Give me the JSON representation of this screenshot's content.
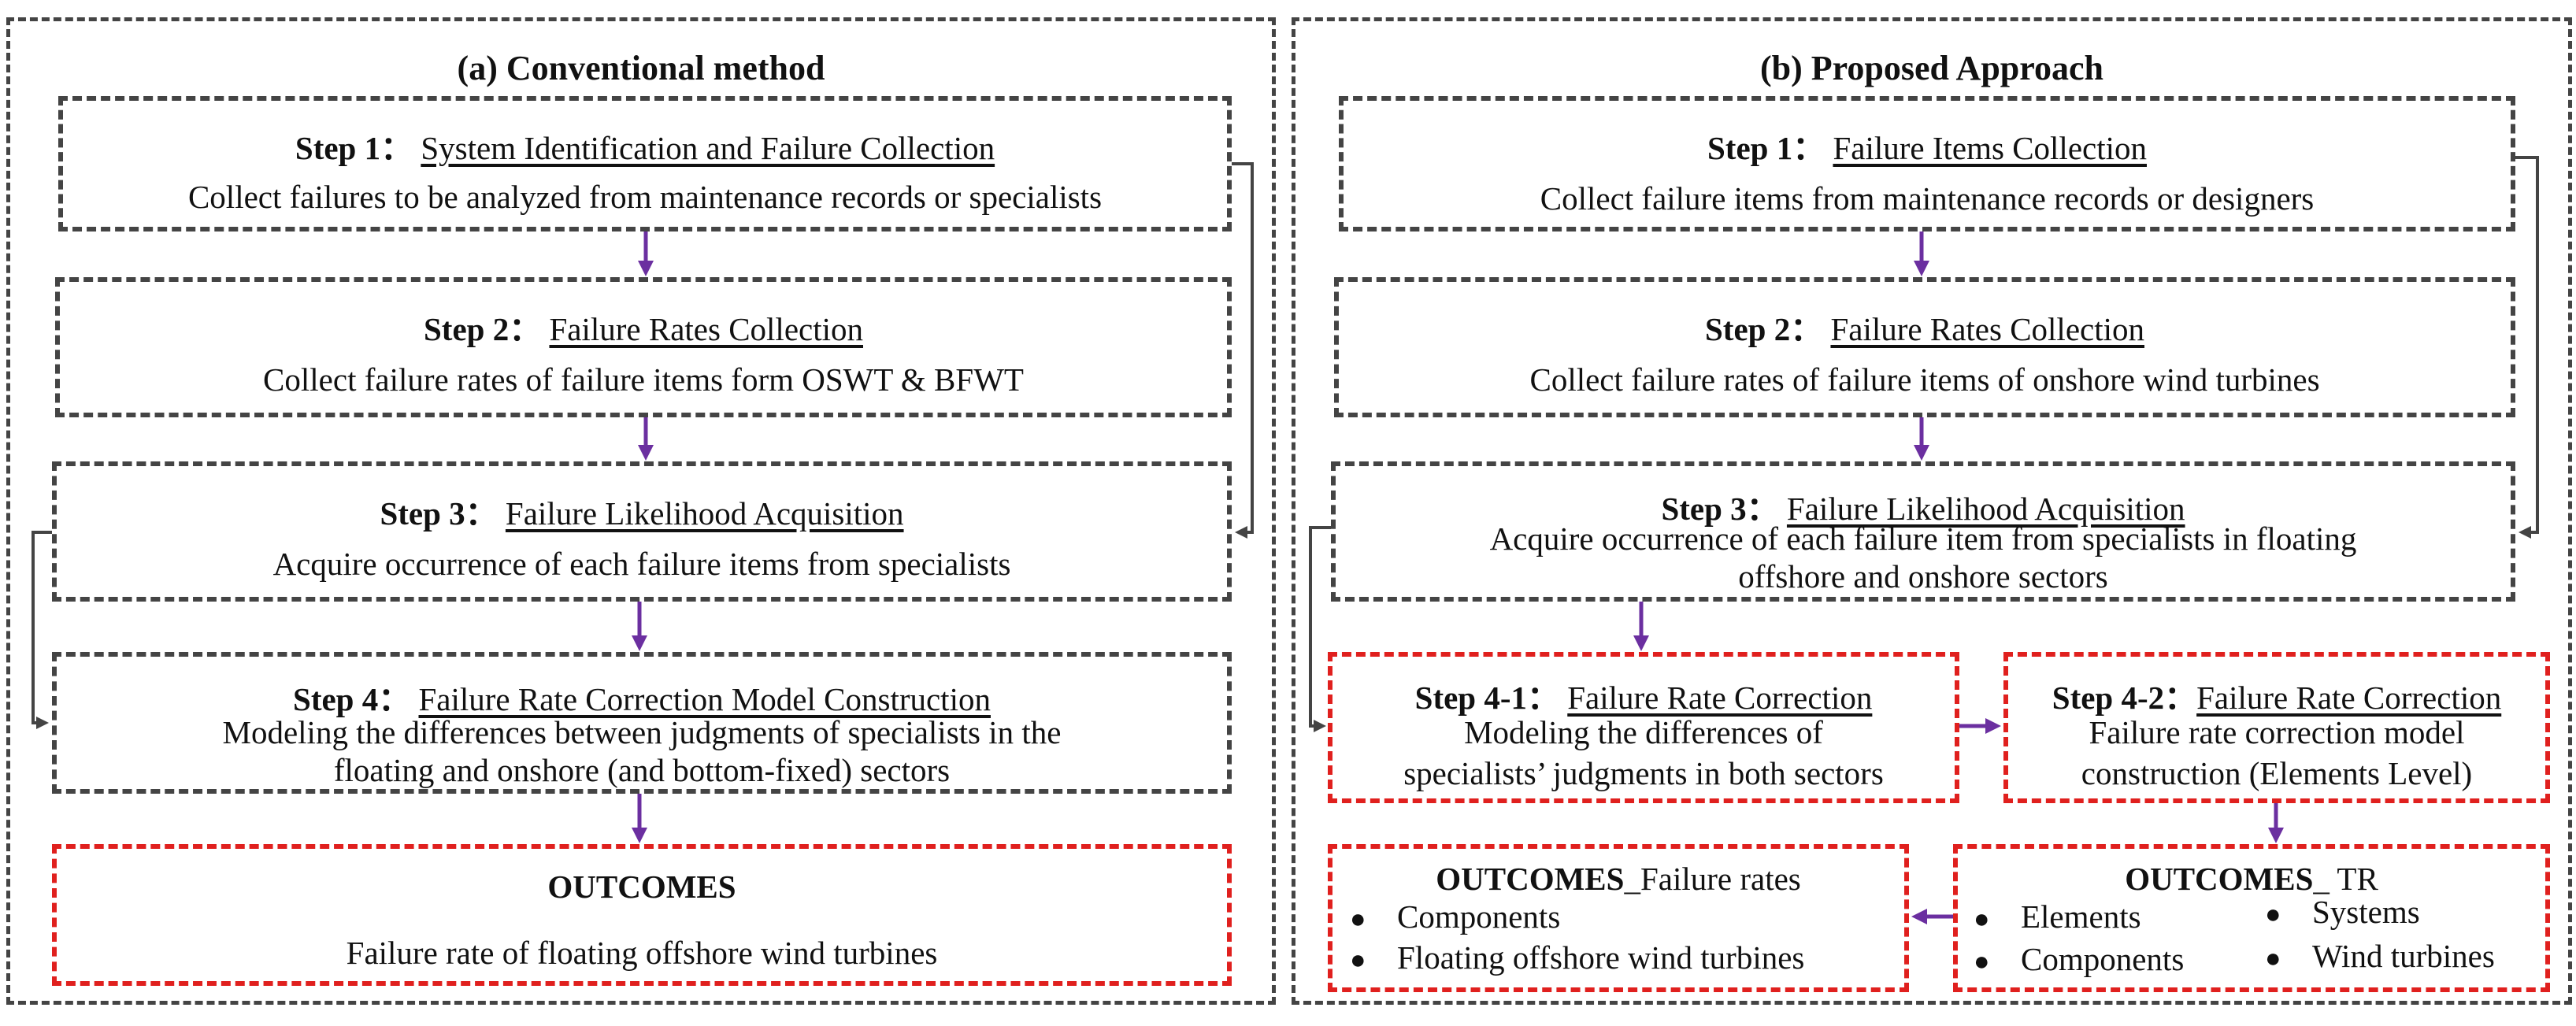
{
  "colors": {
    "arrow": "#6b2fa0",
    "connector": "#444444",
    "outcome_border": "#e0201e",
    "box_border": "#444444"
  },
  "left": {
    "title": "(a) Conventional method",
    "steps": [
      {
        "label": "Step 1：",
        "title": "System Identification and Failure Collection",
        "desc": "Collect failures to be analyzed from maintenance records or specialists"
      },
      {
        "label": "Step 2：",
        "title": "Failure Rates Collection",
        "desc": "Collect failure rates of failure items form OSWT & BFWT"
      },
      {
        "label": "Step 3：",
        "title": "Failure Likelihood Acquisition",
        "desc": "Acquire occurrence of each failure items from specialists"
      },
      {
        "label": "Step 4：",
        "title": "Failure Rate Correction Model Construction",
        "desc_line1": "Modeling the differences between judgments of specialists in the",
        "desc_line2": "floating and onshore (and bottom-fixed) sectors"
      }
    ],
    "outcome": {
      "title": "OUTCOMES",
      "desc": "Failure rate of floating offshore wind turbines"
    }
  },
  "right": {
    "title": "(b) Proposed Approach",
    "steps": [
      {
        "label": "Step 1：",
        "title": "Failure Items Collection",
        "desc": "Collect failure items from maintenance records or designers"
      },
      {
        "label": "Step 2：",
        "title": "Failure Rates Collection",
        "desc": "Collect failure rates of failure items of onshore wind turbines"
      },
      {
        "label": "Step 3：",
        "title": "Failure Likelihood Acquisition",
        "desc_line1": "Acquire occurrence of each failure item from specialists in floating",
        "desc_line2": "offshore and onshore sectors"
      }
    ],
    "step41": {
      "label": "Step 4-1：",
      "title": "Failure Rate Correction",
      "desc_line1": "Modeling the differences of",
      "desc_line2": "specialists’ judgments in both sectors"
    },
    "step42": {
      "label": "Step 4-2：",
      "title": "Failure Rate Correction",
      "desc_line1": "Failure rate correction model",
      "desc_line2": "construction (Elements Level)"
    },
    "outcome_fr": {
      "title_bold": "OUTCOMES",
      "title_rest": "_Failure rates",
      "items": [
        "Components",
        "Floating offshore wind turbines"
      ]
    },
    "outcome_tr": {
      "title_bold": "OUTCOMES",
      "title_rest": "_ TR",
      "items_col1": [
        "Elements",
        "Components"
      ],
      "items_col2": [
        "Systems",
        "Wind turbines"
      ]
    }
  }
}
